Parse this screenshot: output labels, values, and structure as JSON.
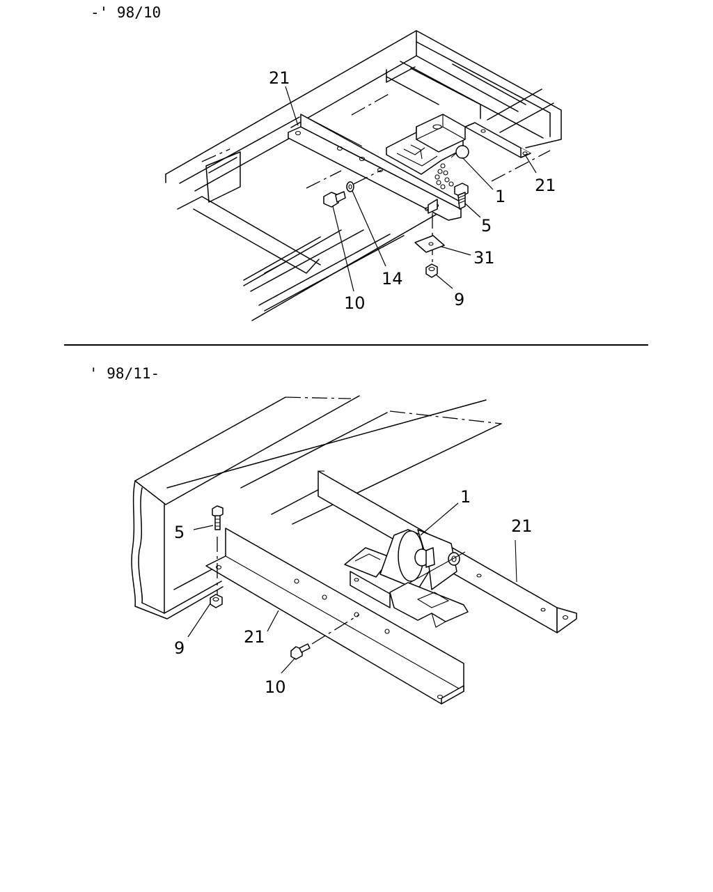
{
  "upper_section": {
    "period_label": "-' 98/10",
    "callouts": {
      "p21a": "21",
      "p21b": "21",
      "p1": "1",
      "p5": "5",
      "p31": "31",
      "p9": "9",
      "p14": "14",
      "p10": "10"
    }
  },
  "lower_section": {
    "period_label": "' 98/11-",
    "callouts": {
      "p1": "1",
      "p21a": "21",
      "p21b": "21",
      "p5": "5",
      "p9": "9",
      "p10": "10"
    }
  },
  "colors": {
    "line": "#000000",
    "background": "#ffffff"
  }
}
